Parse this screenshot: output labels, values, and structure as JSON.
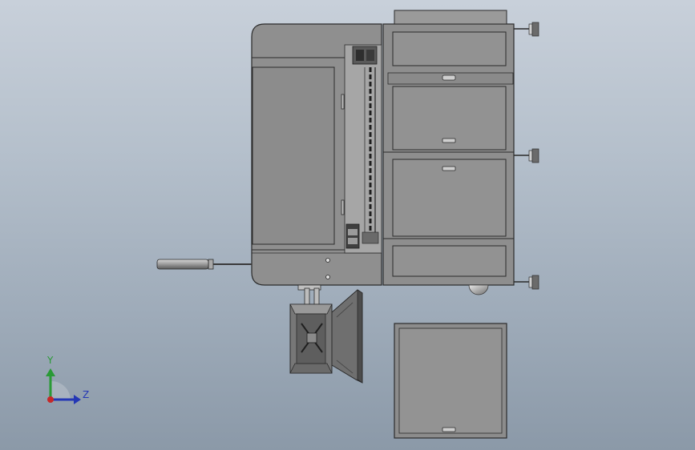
{
  "viewport": {
    "name": "3D model view",
    "background_top": "#c8d0da",
    "background_bottom": "#8b99a8"
  },
  "model": {
    "body_color": "#8e8e8e",
    "panel_color": "#909090",
    "edge_color": "#2b2b2b",
    "components": [
      "cabinet-body",
      "upper-drawer",
      "middle-drawer",
      "lower-drawer",
      "bottom-drawer",
      "side-handle",
      "hopper",
      "detached-tray",
      "leveling-feet",
      "caster-wheel"
    ]
  },
  "triad": {
    "y_label": "Y",
    "z_label": "Z",
    "y_color": "#2a9a36",
    "z_color": "#2437b5",
    "x_color": "#c62828"
  }
}
